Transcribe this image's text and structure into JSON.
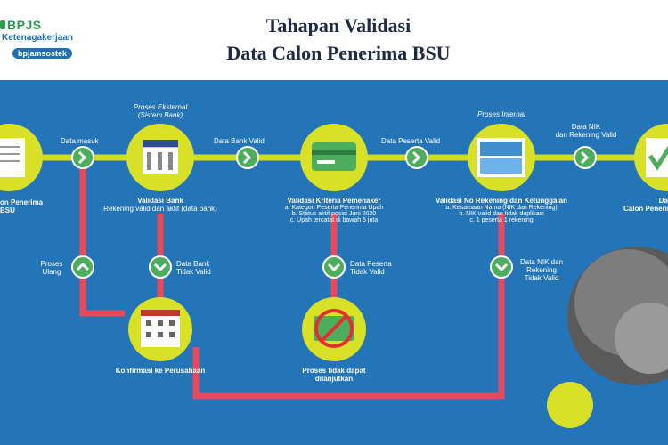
{
  "logo": {
    "line1": "BPJS",
    "line2": "Ketenagakerjaan",
    "pill": "bpjamsostek"
  },
  "title": {
    "line1": "Tahapan Validasi",
    "line2": "Data Calon Penerima BSU"
  },
  "colors": {
    "panel_blue": "#2474b8",
    "line_yellow": "#d4dc1f",
    "line_red": "#e84a5a",
    "circle_yellow": "#d8e027"
  },
  "flow": {
    "step1": {
      "title": "on Penerima",
      "title2": "BSU"
    },
    "arrow1": "Data masuk",
    "step2": {
      "above1": "Proses Eksternal",
      "above2": "(Sistem Bank)",
      "title": "Validasi Bank",
      "desc": "Rekening valid dan aktif (data bank)"
    },
    "arrow2": "Data Bank Valid",
    "step3": {
      "title": "Validasi Kriteria Pemenaker",
      "items": [
        "a. Kategori Peserta Penerima Upah",
        "b. Status aktif posisi Juni 2020",
        "c. Upah tercatat di bawah 5 juta"
      ]
    },
    "arrow3": "Data Peserta Valid",
    "step4": {
      "above": "Proses Internal",
      "title": "Validasi No Rekening dan Ketunggalan",
      "items": [
        "a. Kesamaan Nama (NIK dan Rekening)",
        "b. NIK valid dan tidak duplikasi",
        "c. 1 peserta 1 rekening"
      ]
    },
    "arrow4a": "Data NIK",
    "arrow4b": "dan Rekening Valid",
    "step5": {
      "title": "Da",
      "title2": "Calon Penerima"
    },
    "down1": {
      "line1": "Proses",
      "line2": "Ulang"
    },
    "down2": {
      "line1": "Data Bank",
      "line2": "Tidak Valid"
    },
    "down3": {
      "line1": "Data Peserta",
      "line2": "Tidak Valid"
    },
    "down4": {
      "line1": "Data NIK dan",
      "line2": "Rekening",
      "line3": "Tidak Valid"
    },
    "bottom1": "Konfirmasi ke Perusahaan",
    "bottom2": {
      "line1": "Proses tidak dapat",
      "line2": "dilanjutkan"
    }
  }
}
